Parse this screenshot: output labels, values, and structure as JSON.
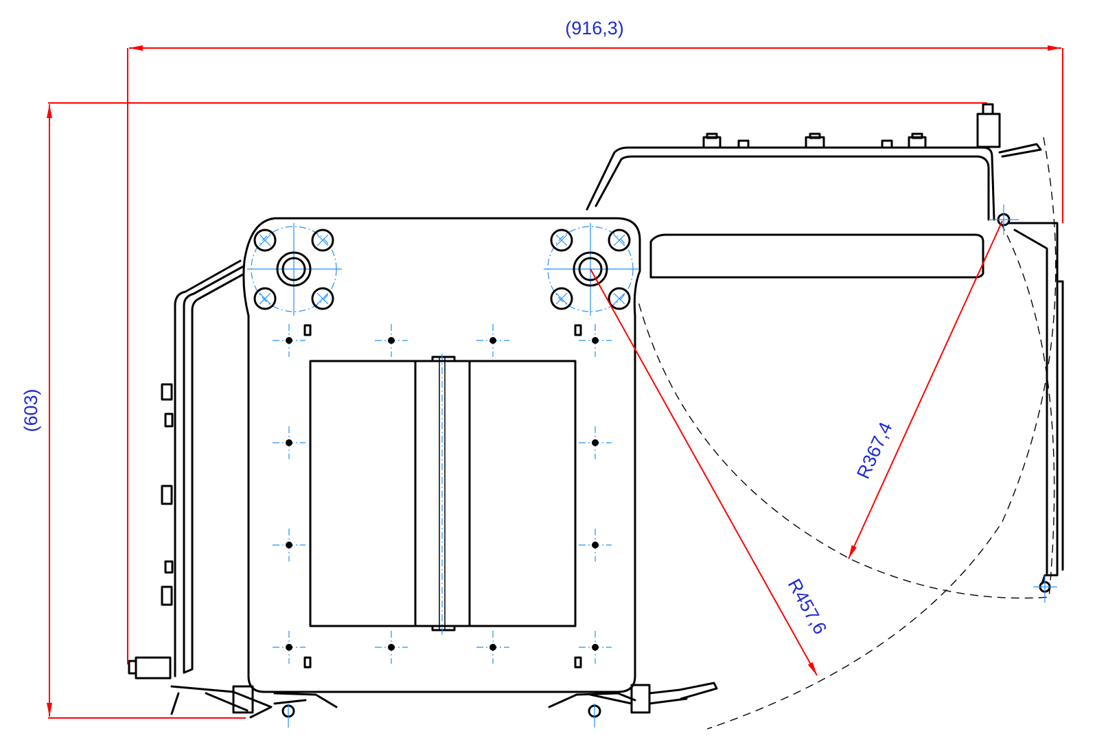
{
  "colors": {
    "dimension_line": "#ff0000",
    "dimension_text": "#1f2bd6",
    "center_line": "#1e90ff",
    "outline": "#000000"
  },
  "dimensions": {
    "overall_width": "(916,3)",
    "overall_height": "(603)",
    "radius_small": "R367,4",
    "radius_large": "R457,6"
  }
}
